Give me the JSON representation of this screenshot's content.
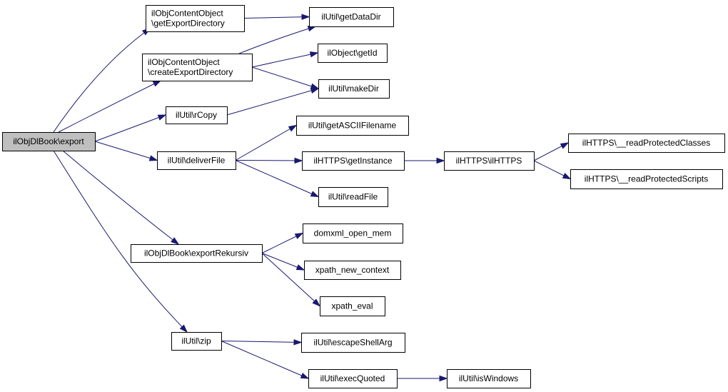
{
  "nodes": [
    {
      "id": "export",
      "label": "ilObjDlBook\\export",
      "highlighted": true
    },
    {
      "id": "getExportDirectory",
      "label": "ilObjContentObject\n\\getExportDirectory"
    },
    {
      "id": "createExportDirectory",
      "label": "ilObjContentObject\n\\createExportDirectory"
    },
    {
      "id": "rCopy",
      "label": "ilUtil\\rCopy"
    },
    {
      "id": "deliverFile",
      "label": "ilUtil\\deliverFile"
    },
    {
      "id": "exportRekursiv",
      "label": "ilObjDlBook\\exportRekursiv"
    },
    {
      "id": "zip",
      "label": "ilUtil\\zip"
    },
    {
      "id": "getDataDir",
      "label": "ilUtil\\getDataDir"
    },
    {
      "id": "getId",
      "label": "ilObject\\getId"
    },
    {
      "id": "makeDir",
      "label": "ilUtil\\makeDir"
    },
    {
      "id": "getASCIIFilename",
      "label": "ilUtil\\getASCIIFilename"
    },
    {
      "id": "getInstance",
      "label": "ilHTTPS\\getInstance"
    },
    {
      "id": "readFile",
      "label": "ilUtil\\readFile"
    },
    {
      "id": "ilHTTPS",
      "label": "ilHTTPS\\ilHTTPS"
    },
    {
      "id": "readProtectedClasses",
      "label": "ilHTTPS\\__readProtectedClasses"
    },
    {
      "id": "readProtectedScripts",
      "label": "ilHTTPS\\__readProtectedScripts"
    },
    {
      "id": "domxml_open_mem",
      "label": "domxml_open_mem"
    },
    {
      "id": "xpath_new_context",
      "label": "xpath_new_context"
    },
    {
      "id": "xpath_eval",
      "label": "xpath_eval"
    },
    {
      "id": "escapeShellArg",
      "label": "ilUtil\\escapeShellArg"
    },
    {
      "id": "execQuoted",
      "label": "ilUtil\\execQuoted"
    },
    {
      "id": "isWindows",
      "label": "ilUtil\\isWindows"
    }
  ],
  "edges": [
    [
      "export",
      "getExportDirectory"
    ],
    [
      "export",
      "createExportDirectory"
    ],
    [
      "export",
      "rCopy"
    ],
    [
      "export",
      "deliverFile"
    ],
    [
      "export",
      "exportRekursiv"
    ],
    [
      "export",
      "zip"
    ],
    [
      "getExportDirectory",
      "getDataDir"
    ],
    [
      "createExportDirectory",
      "getDataDir"
    ],
    [
      "createExportDirectory",
      "getId"
    ],
    [
      "createExportDirectory",
      "makeDir"
    ],
    [
      "rCopy",
      "makeDir"
    ],
    [
      "deliverFile",
      "getASCIIFilename"
    ],
    [
      "deliverFile",
      "getInstance"
    ],
    [
      "deliverFile",
      "readFile"
    ],
    [
      "getInstance",
      "ilHTTPS"
    ],
    [
      "ilHTTPS",
      "readProtectedClasses"
    ],
    [
      "ilHTTPS",
      "readProtectedScripts"
    ],
    [
      "exportRekursiv",
      "domxml_open_mem"
    ],
    [
      "exportRekursiv",
      "xpath_new_context"
    ],
    [
      "exportRekursiv",
      "xpath_eval"
    ],
    [
      "zip",
      "escapeShellArg"
    ],
    [
      "zip",
      "execQuoted"
    ],
    [
      "execQuoted",
      "isWindows"
    ]
  ],
  "colors": {
    "edge": "#191970",
    "node_fill": "#ffffff",
    "node_highlight_fill": "#bfbfbf",
    "node_border": "#000000"
  }
}
